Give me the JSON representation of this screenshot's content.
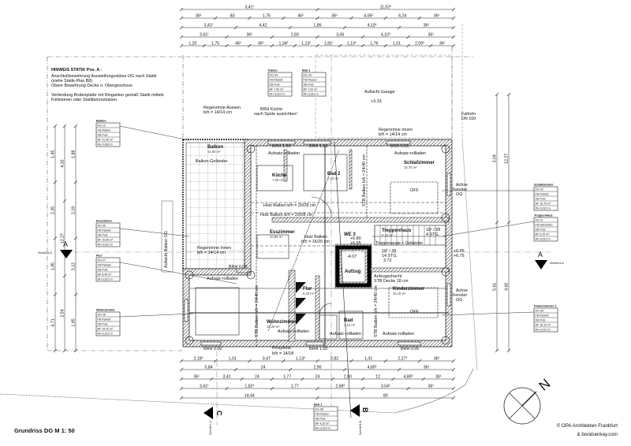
{
  "drawing": {
    "title": "Grundriss DG   M 1: 50",
    "copyright_line1": "© OPA Architekten Frankfurt",
    "copyright_line2": "& boratuerkay.com",
    "north_label": "N"
  },
  "notes": {
    "heading": "HINWEIS STATIK Pos. A :",
    "lines": [
      "Anschlußbewehrung Aussteifungsstütze DG nach Statik",
      "(siehe Statik-Plan B8)",
      "Obere Bewehrung Decke ü. Obergeschoss"
    ],
    "line2a": "Verbindung Bodenplatte mit Ringanker gemäß Statik mittels",
    "line2b": "Füllsteinen oder Stahlbetonstützen."
  },
  "annotations": {
    "regenrinne_aussen": [
      "Regenrinne Aussen",
      "b/h = 14/14 cm"
    ],
    "brh_kueche": [
      "BRH Küche",
      "nach Spüle ausrichten!"
    ],
    "regenrinne_innen_top": [
      "Regenrinne Innen",
      "b/h = 14/14 cm"
    ],
    "regenrinne_innen_left": [
      "Regenrinne Innen",
      "b/h = 14/14 cm"
    ],
    "fallrohr": [
      "Fallrohr",
      "DN 100"
    ],
    "aufsicht_garage": "Aufsicht Garage",
    "garage_level": "+3.33",
    "balkon_gelaender": "Balkon-Geländer",
    "aufsicht_balkon": "Aufsicht Balkon OG",
    "holz_balken_1": "Holz Balken b/h = 20/28 cm",
    "holz_balken_2": "Holz Balken b/h = 20/28 cm",
    "holz_balken_3": [
      "Holz Balken",
      "b/h = 16/20 cm"
    ],
    "stb_balken_1": "STB Balken b/h = 24/40 cm",
    "stb_balken_2": "STB Balken b/h = 24/40 cm",
    "stb_balken_3": "STB Balken b/h = 24/40 cm",
    "firstpfette": [
      "Firstpfette",
      "b/h = 14/18"
    ],
    "treppe": [
      "Treppenauge + Geländer",
      "18¹ / 28",
      "14 STG.",
      "3.72"
    ],
    "stg_4": [
      "18¹ / 28",
      "4 STG."
    ],
    "aufzugschacht": [
      "Aufzugschacht",
      "STB Decke 18 cm"
    ],
    "we3_levels": [
      "+6.80",
      "+6.65"
    ],
    "aufzug_level": "-4.07",
    "right_levels": [
      "+6.85",
      "+6.75"
    ],
    "achse_fenster_1": [
      "Achse",
      "Fenster",
      "OG"
    ],
    "achse_fenster_2": [
      "Achse",
      "Fenster",
      "OG"
    ],
    "rollladen": "Aufsatz-rollladen",
    "brh": [
      "BRH 1.00",
      "BRH 1.00",
      "BRH 0.00",
      "BRH 0.00",
      "BRH 1.00",
      "BRH 0.00",
      "BRH 0.00"
    ],
    "off": "OFF"
  },
  "rooms": [
    {
      "name": "Balkon",
      "area": "41,90 m²"
    },
    {
      "name": "Küche",
      "area": "7,00 m²"
    },
    {
      "name": "Bad 2",
      "area": "7,20 m²"
    },
    {
      "name": "Schlafzimmer",
      "area": "16,75 m²"
    },
    {
      "name": "Esszimmer",
      "area": "10,95 m²"
    },
    {
      "name": "WE 3",
      "area": ""
    },
    {
      "name": "Treppenhaus",
      "area": "5,15 m²"
    },
    {
      "name": "Aufzug",
      "area": ""
    },
    {
      "name": "Kinderzimmer",
      "area": "16,10 m²"
    },
    {
      "name": "Wohnzimmer",
      "area": "19,20 m²"
    },
    {
      "name": "Bad",
      "area": "4,15 m²"
    },
    {
      "name": "Flur",
      "area": "8,45 m²"
    }
  ],
  "room_tables": [
    {
      "title": "Küche",
      "rows": [
        "DG 04",
        "FB   Parkett",
        "DB       Putz",
        "BF    7,00 m²",
        "RH  3,010 m"
      ]
    },
    {
      "title": "Bad 2",
      "rows": [
        "DG 09",
        "FB   Fliesen",
        "DB       Putz",
        "BF    7,20 m²",
        "RH  3,010 m"
      ]
    },
    {
      "title": "Balkon",
      "rows": [
        "DG 10",
        "FB   Platten",
        "DB       Putz",
        "BF  41,90 m²",
        "RH  0,000 m"
      ]
    },
    {
      "title": "Esszimmer",
      "rows": [
        "DG 05",
        "FB   Parkett",
        "DB       Putz",
        "BF  10,95 m²",
        "RH  3,010 m"
      ]
    },
    {
      "title": "Flur",
      "rows": [
        "DG 07",
        "FB   Parkett",
        "DB       Putz",
        "BF    8,45 m²",
        "RH  3,010 m"
      ]
    },
    {
      "title": "Wohnzimmer",
      "rows": [
        "DG 06",
        "FB   Parkett",
        "DB       Putz",
        "BF  19,20 m²",
        "RH  3,210 m"
      ]
    },
    {
      "title": "Schlafzimmer",
      "rows": [
        "DG 02",
        "FB   Parkett",
        "DB       Putz",
        "BF  16,75 m²",
        "RH  3,010 m"
      ]
    },
    {
      "title": "Treppenhaus",
      "rows": [
        "DG 11",
        "FB Naturstein",
        "DB       Putz",
        "BF    5,15 m²",
        "RH  3,010 m"
      ]
    },
    {
      "title": "Kinderzimmer 1",
      "rows": [
        "DG 08",
        "FB   Parkett",
        "DB       Putz",
        "BF  16,10 m²",
        "RH  3,010 m"
      ]
    },
    {
      "title": "Bad 1",
      "rows": [
        "DG 08",
        "FB   Fliesen",
        "DB       Putz",
        "BF    4,15 m²",
        "RH  3,010 m"
      ]
    }
  ],
  "sections": {
    "a_left": "A",
    "a_right": "A",
    "b": "B",
    "c": "C",
    "a_label": "Schnitt A-A",
    "b_label": "Schnitt B-B",
    "c_label": "Schnitt C-C"
  },
  "dimensions": {
    "top": [
      [
        "3,41¹",
        "11,02²"
      ],
      [
        "36¹",
        "83",
        "1,75",
        "46²",
        "36¹",
        "4,05²",
        "6,24",
        "36¹"
      ],
      [
        "3,41¹",
        "4,42",
        "1,86",
        "4,10³",
        "36¹"
      ],
      [
        "3,41¹",
        "36¹",
        "2,83",
        "3,06",
        "4,10³",
        "36¹"
      ],
      [
        "1,20",
        "1,75",
        "46²",
        "36¹",
        "1,34²",
        "1,13²",
        "1,81¹",
        "1,13²",
        "1,76",
        "1,01",
        "2,09³",
        "36¹"
      ]
    ],
    "bottom": [
      [
        "2,18¹",
        "1,01",
        "3,47",
        "1,13²",
        "2,82",
        "1,01",
        "2,27³",
        "36¹"
      ],
      [
        "5,84",
        "24",
        "2,90",
        "4,80³",
        "36¹"
      ],
      [
        "36¹",
        "3,42",
        "24",
        "1,77",
        "24",
        "2,90",
        "12",
        "4,80³",
        "36¹"
      ],
      [
        "3,41¹",
        "1,82³",
        "1,77",
        "2,68³",
        "3,54³",
        "36¹"
      ],
      [
        "14,44",
        "80"
      ]
    ],
    "left": [
      "1,45",
      "2,35",
      "1,45",
      "6,71",
      "4,10",
      "12,27",
      "2,54",
      "1,88",
      "2,19",
      "3,12",
      "1,45"
    ],
    "right": [
      "3,04",
      "5,61",
      "12,27",
      "4,60"
    ]
  }
}
